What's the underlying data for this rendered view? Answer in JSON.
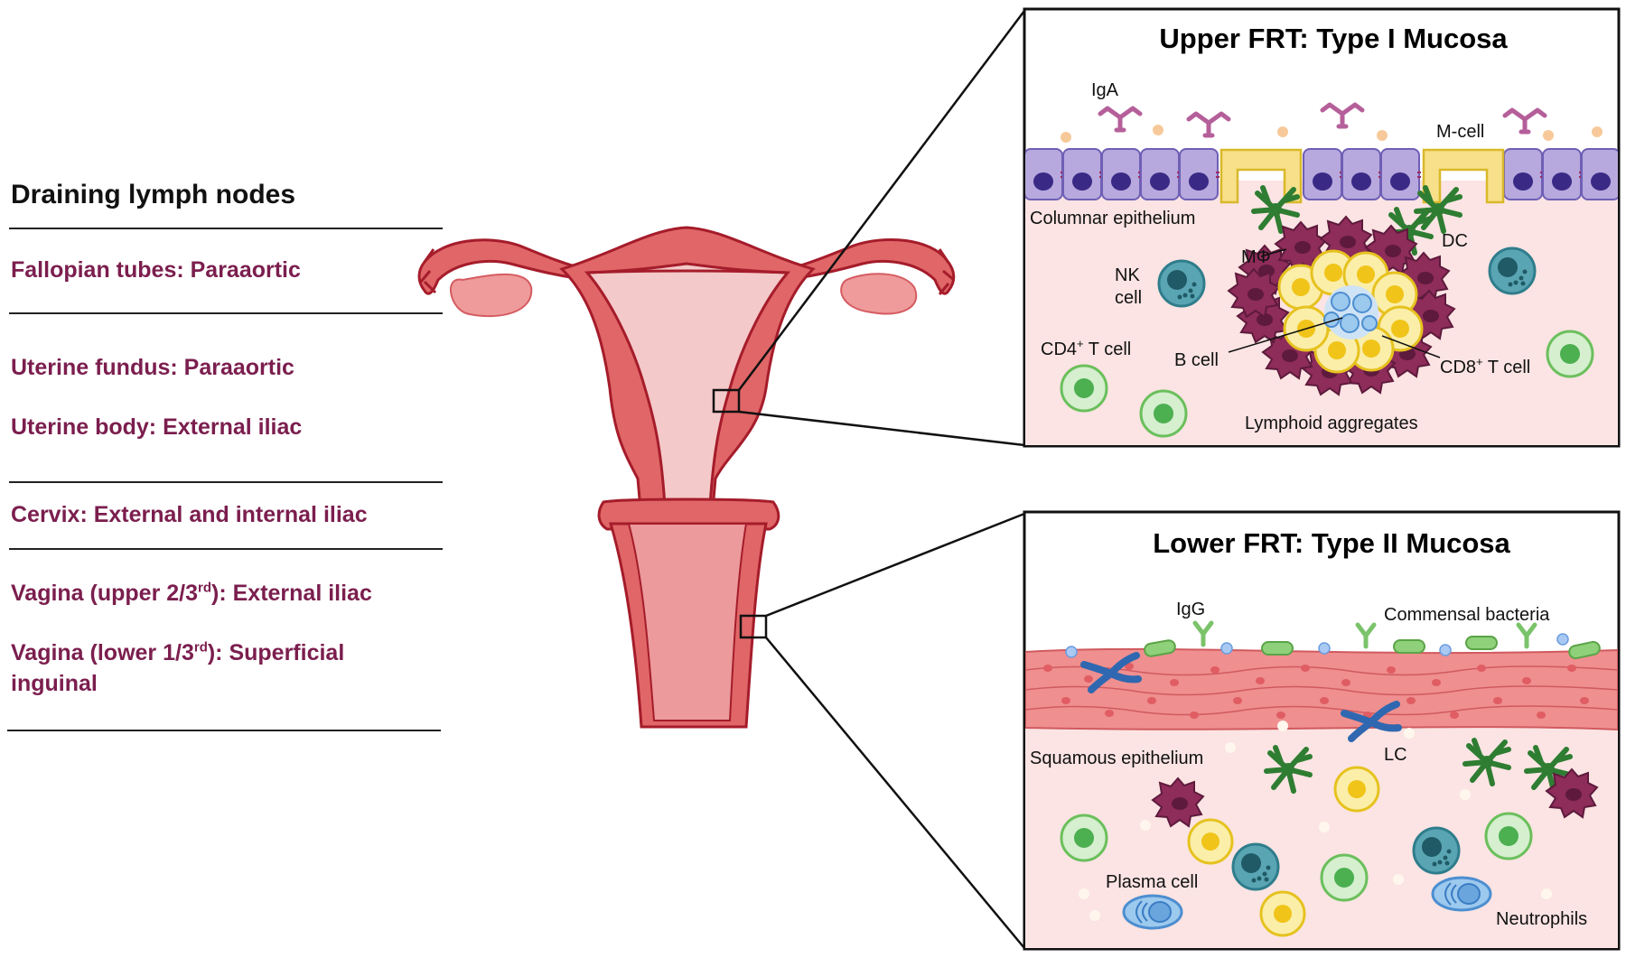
{
  "legend": {
    "title": "Draining lymph nodes",
    "items": [
      {
        "label": "Fallopian tubes: Paraaortic"
      },
      {
        "label": "Uterine fundus: Paraaortic"
      },
      {
        "label": "Uterine body: External iliac"
      },
      {
        "label": "Cervix: External and internal iliac"
      },
      {
        "prefix": "Vagina (upper 2/3",
        "sup": "rd",
        "suffix": "): External iliac"
      },
      {
        "prefix": "Vagina (lower 1/3",
        "sup": "rd",
        "suffix": "): Superficial",
        "line2": "inguinal"
      }
    ]
  },
  "upper_panel": {
    "title": "Upper FRT: Type I Mucosa",
    "labels": {
      "iga": "IgA",
      "mcell": "M-cell",
      "columnar": "Columnar epithelium",
      "dc": "DC",
      "mphi": "MΦ",
      "nk_1": "NK",
      "nk_2": "cell",
      "cd4_a": "CD4",
      "cd4_sup": "+",
      "cd4_b": " T cell",
      "bcell": "B cell",
      "cd8_a": "CD8",
      "cd8_sup": "+",
      "cd8_b": " T cell",
      "lymphoid": "Lymphoid aggregates"
    }
  },
  "lower_panel": {
    "title": "Lower FRT: Type II Mucosa",
    "labels": {
      "igg": "IgG",
      "commensal": "Commensal bacteria",
      "squamous": "Squamous epithelium",
      "lc": "LC",
      "plasma": "Plasma cell",
      "neutrophils": "Neutrophils"
    }
  },
  "colors": {
    "legend_text": "#7b1e4e",
    "uterus_wall": "#e06668",
    "uterus_outline": "#a51c2a",
    "uterus_inner": "#f4c9c9",
    "tissue_bg": "#fbe4e3",
    "epithelium_columnar": "#b7a8de",
    "nucleus": "#3a2a86",
    "mcell": "#f7e089",
    "dendritic": "#2e7d32",
    "macrophage": "#8e2c5a",
    "t_cell": "#8fd18f",
    "nk_cell": "#2f7d8c",
    "b_cell": "#9cc9ee",
    "cd8_cell": "#f4d23e",
    "iga": "#b55f9a",
    "igg": "#7bc36a",
    "squamous": "#ef8f8f",
    "lc": "#2f68b0"
  },
  "icons": [
    "uterus",
    "antibody",
    "dendritic-cell",
    "macrophage",
    "t-cell",
    "nk-cell",
    "b-cell",
    "m-cell",
    "bacterium",
    "langerhans-cell",
    "plasma-cell",
    "neutrophil"
  ]
}
